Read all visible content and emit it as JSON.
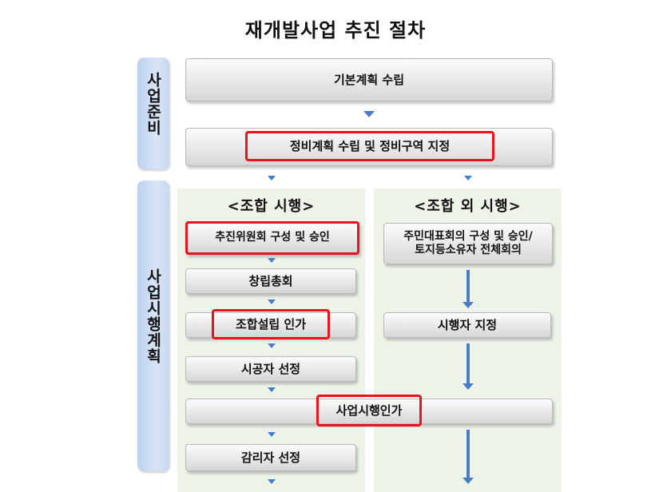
{
  "title": "재개발사업 추진 절차",
  "phases": {
    "preparation": "사업준비",
    "execution": "사업시행계획"
  },
  "steps": {
    "basic_plan": "기본계획 수립",
    "zone_designation": "정비계획 수립 및 정비구역 지정",
    "association_header": "<조합 시행>",
    "non_association_header": "<조합 외 시행>",
    "committee": "추진위원회 구성 및 승인",
    "founding_meeting": "창립총회",
    "association_approval": "조합설립 인가",
    "contractor": "시공자 선정",
    "residents_meeting_line1": "주민대표회의 구성 및 승인/",
    "residents_meeting_line2": "토지등소유자 전체회의",
    "operator_designation": "시행자 지정",
    "project_approval": "사업시행인가",
    "supervisor": "감리자 선정"
  }
}
